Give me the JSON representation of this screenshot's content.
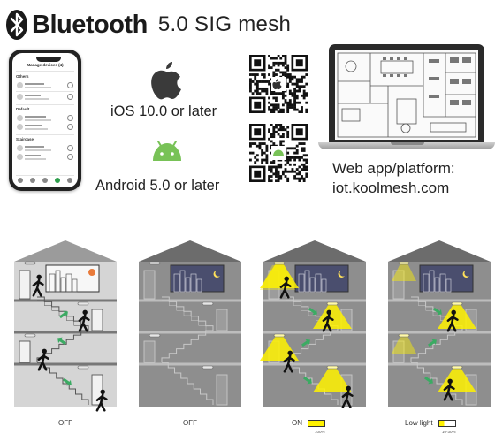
{
  "header": {
    "brand": "Bluetooth",
    "subtitle": "5.0 SIG mesh",
    "logo_icon": "bluetooth-icon"
  },
  "phone_app": {
    "title": "Manage devices (4)",
    "sections": [
      "Others",
      "Default",
      "Staircase"
    ]
  },
  "platforms": {
    "ios": {
      "icon": "apple-icon",
      "label": "iOS 10.0 or later"
    },
    "android": {
      "icon": "android-icon",
      "label": "Android 5.0 or later"
    }
  },
  "web": {
    "line1": "Web app/platform:",
    "line2": "iot.koolmesh.com"
  },
  "scenes": [
    {
      "caption": "OFF",
      "mode": "off-day"
    },
    {
      "caption": "OFF",
      "mode": "off-night"
    },
    {
      "caption": "ON",
      "mode": "on",
      "legend_pct": "100%",
      "legend_fill": 1.0
    },
    {
      "caption": "Low light",
      "mode": "low",
      "legend_pct": "10-30%",
      "legend_fill": 0.3
    }
  ],
  "colors": {
    "light_yellow": "#fff200",
    "arrow_green": "#3bab63",
    "android_green": "#78c257",
    "sky_night": "#4a4e6e"
  }
}
